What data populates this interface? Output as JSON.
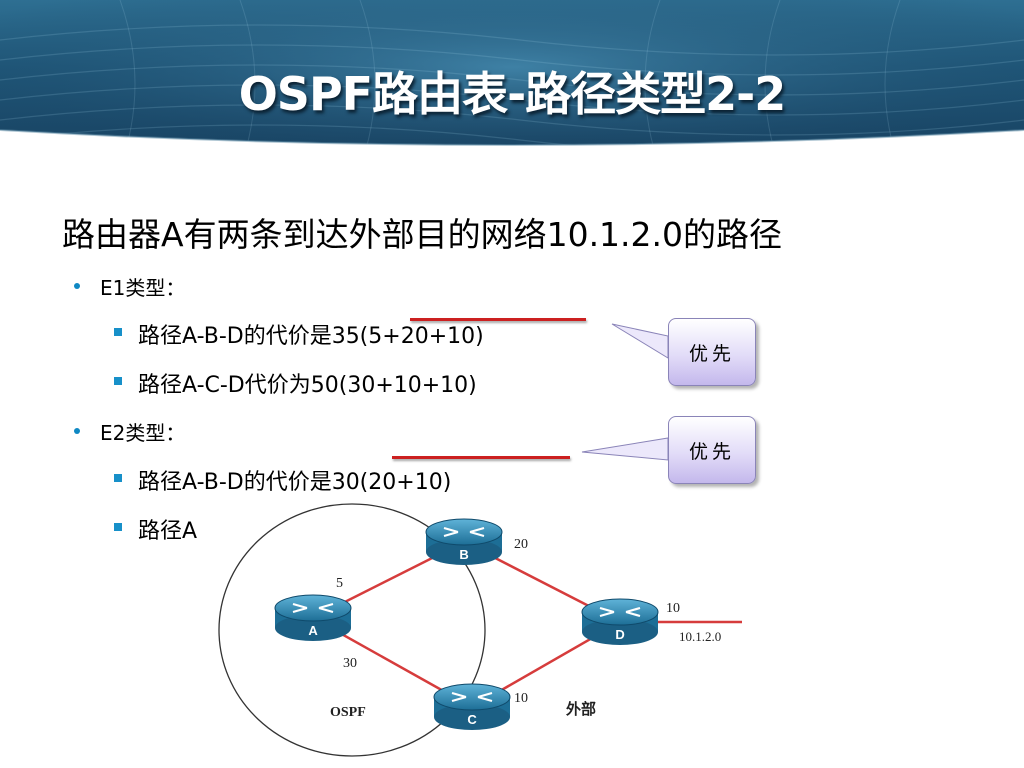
{
  "title": "OSPF路由表-路径类型2-2",
  "headline_text": "路由器A有两条到达外部目的网络10.1.2.0的路径",
  "e1": {
    "label": "E1类型：",
    "paths": [
      "路径A-B-D的代价是35(5+20+10)",
      "路径A-C-D代价为50(30+10+10)"
    ]
  },
  "e2": {
    "label": "E2类型：",
    "paths": [
      "路径A-B-D的代价是30(20+10)",
      "路径A"
    ]
  },
  "callouts": [
    "优先",
    "优先"
  ],
  "diagram": {
    "routers": [
      "A",
      "B",
      "C",
      "D"
    ],
    "costs": {
      "a_b": "5",
      "a_c": "30",
      "b_d": "20",
      "c_d": "10",
      "d_ext": "10"
    },
    "network": "10.1.2.0",
    "ospf_label": "OSPF",
    "external_label": "外部"
  }
}
